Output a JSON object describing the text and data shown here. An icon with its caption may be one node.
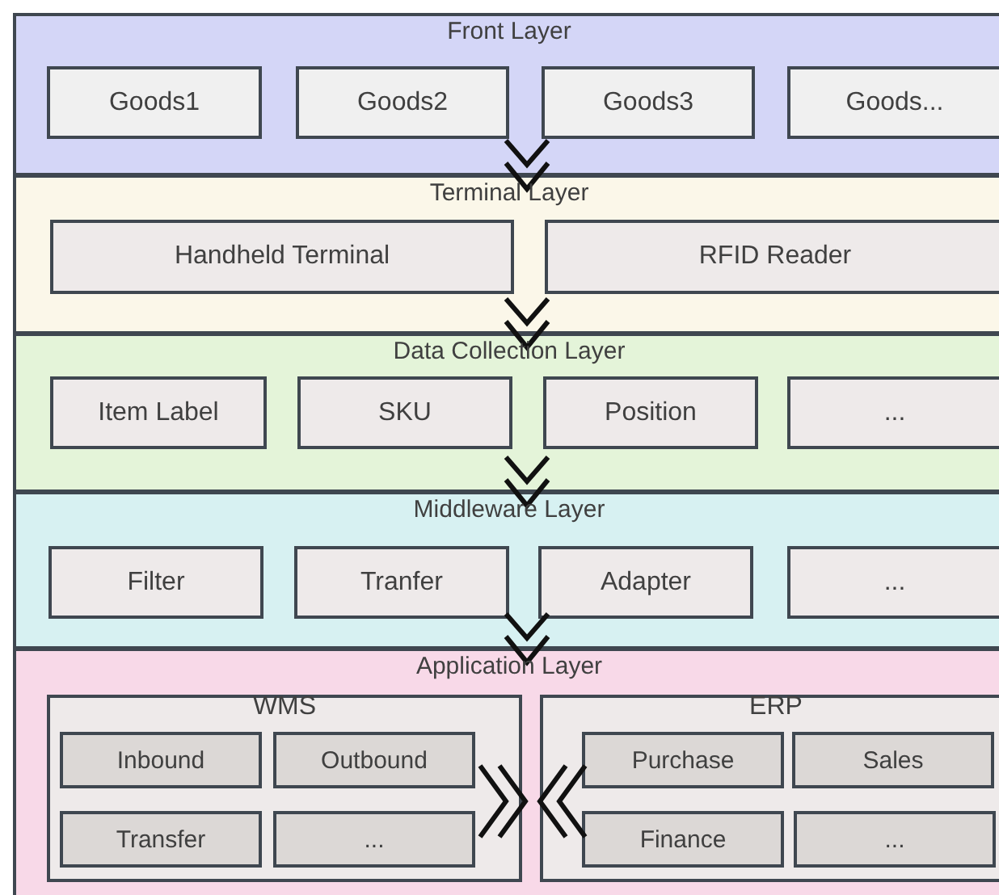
{
  "diagram": {
    "nodes": [
      {
        "text": [
          "Front Layer"
        ]
      },
      {
        "text": [
          "Goods1"
        ],
        "in": 0
      },
      {
        "text": [
          "Goods2"
        ],
        "in": 0
      },
      {
        "text": [
          "Goods3"
        ],
        "in": 0
      },
      {
        "text": [
          "Goods..."
        ],
        "in": 0
      },
      {
        "text": [
          "Terminal Layer"
        ]
      },
      {
        "text": [
          "Handheld Terminal"
        ],
        "in": 5
      },
      {
        "text": [
          "RFID Reader"
        ],
        "in": 5
      },
      {
        "text": [
          "Data Collection Layer"
        ]
      },
      {
        "text": [
          "Item Label"
        ],
        "in": 8
      },
      {
        "text": [
          "SKU"
        ],
        "in": 8
      },
      {
        "text": [
          "Position"
        ],
        "in": 8
      },
      {
        "text": [
          "..."
        ],
        "in": 8
      },
      {
        "text": [
          "Middleware Layer"
        ]
      },
      {
        "text": [
          "Filter"
        ],
        "in": 13
      },
      {
        "text": [
          "Tranfer"
        ],
        "in": 13
      },
      {
        "text": [
          "Adapter"
        ],
        "in": 13
      },
      {
        "text": [
          "..."
        ],
        "in": 13
      },
      {
        "text": [
          "Application Layer"
        ]
      },
      {
        "text": [
          "WMS"
        ],
        "in": 18
      },
      {
        "text": [
          "Inbound"
        ],
        "in": 19
      },
      {
        "text": [
          "Outbound"
        ],
        "in": 19
      },
      {
        "text": [
          "Transfer"
        ],
        "in": 19
      },
      {
        "text": [
          "..."
        ],
        "in": 19
      },
      {
        "text": [
          "ERP"
        ],
        "in": 18
      },
      {
        "text": [
          "Purchase"
        ],
        "in": 24
      },
      {
        "text": [
          "Sales"
        ],
        "in": 24
      },
      {
        "text": [
          "Finance"
        ],
        "in": 24
      },
      {
        "text": [
          "..."
        ],
        "in": 24
      }
    ],
    "edges": [
      {
        "from": 0,
        "to": 5,
        "arrow": "to"
      },
      {
        "from": 5,
        "to": 8,
        "arrow": "to"
      },
      {
        "from": 8,
        "to": 13,
        "arrow": "to"
      },
      {
        "from": 13,
        "to": 18,
        "arrow": "to"
      },
      {
        "from": 19,
        "to": 24,
        "arrow": "to"
      },
      {
        "from": 24,
        "to": 19,
        "arrow": "to"
      }
    ]
  }
}
